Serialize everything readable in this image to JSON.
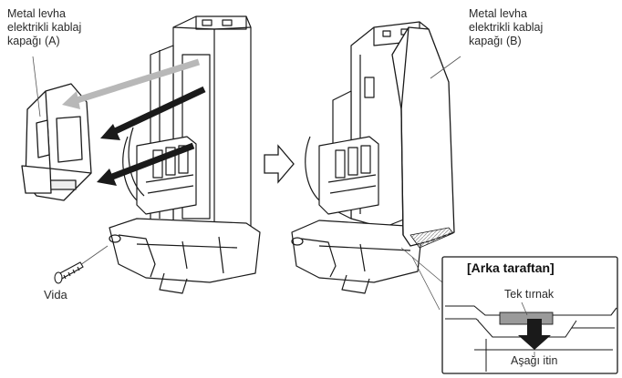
{
  "labels": {
    "cover_a": [
      "Metal levha",
      "elektrikli kablaj",
      "kapağı (A)"
    ],
    "cover_b": [
      "Metal levha",
      "elektrikli kablaj",
      "kapağı (B)"
    ],
    "screw": "Vida",
    "callout_title": "[Arka taraftan]",
    "single_tab": "Tek tırnak",
    "push_down": "Aşağı itin"
  },
  "colors": {
    "line": "#1a1a1a",
    "arrow_dark": "#1a1a1a",
    "arrow_light": "#b8b8b8",
    "tab_fill": "#9a9a9a",
    "hatch": "#cfcfcf"
  },
  "icons": {
    "step_arrow": "outline-right-arrow-icon",
    "push_arrow": "down-arrow-icon"
  }
}
